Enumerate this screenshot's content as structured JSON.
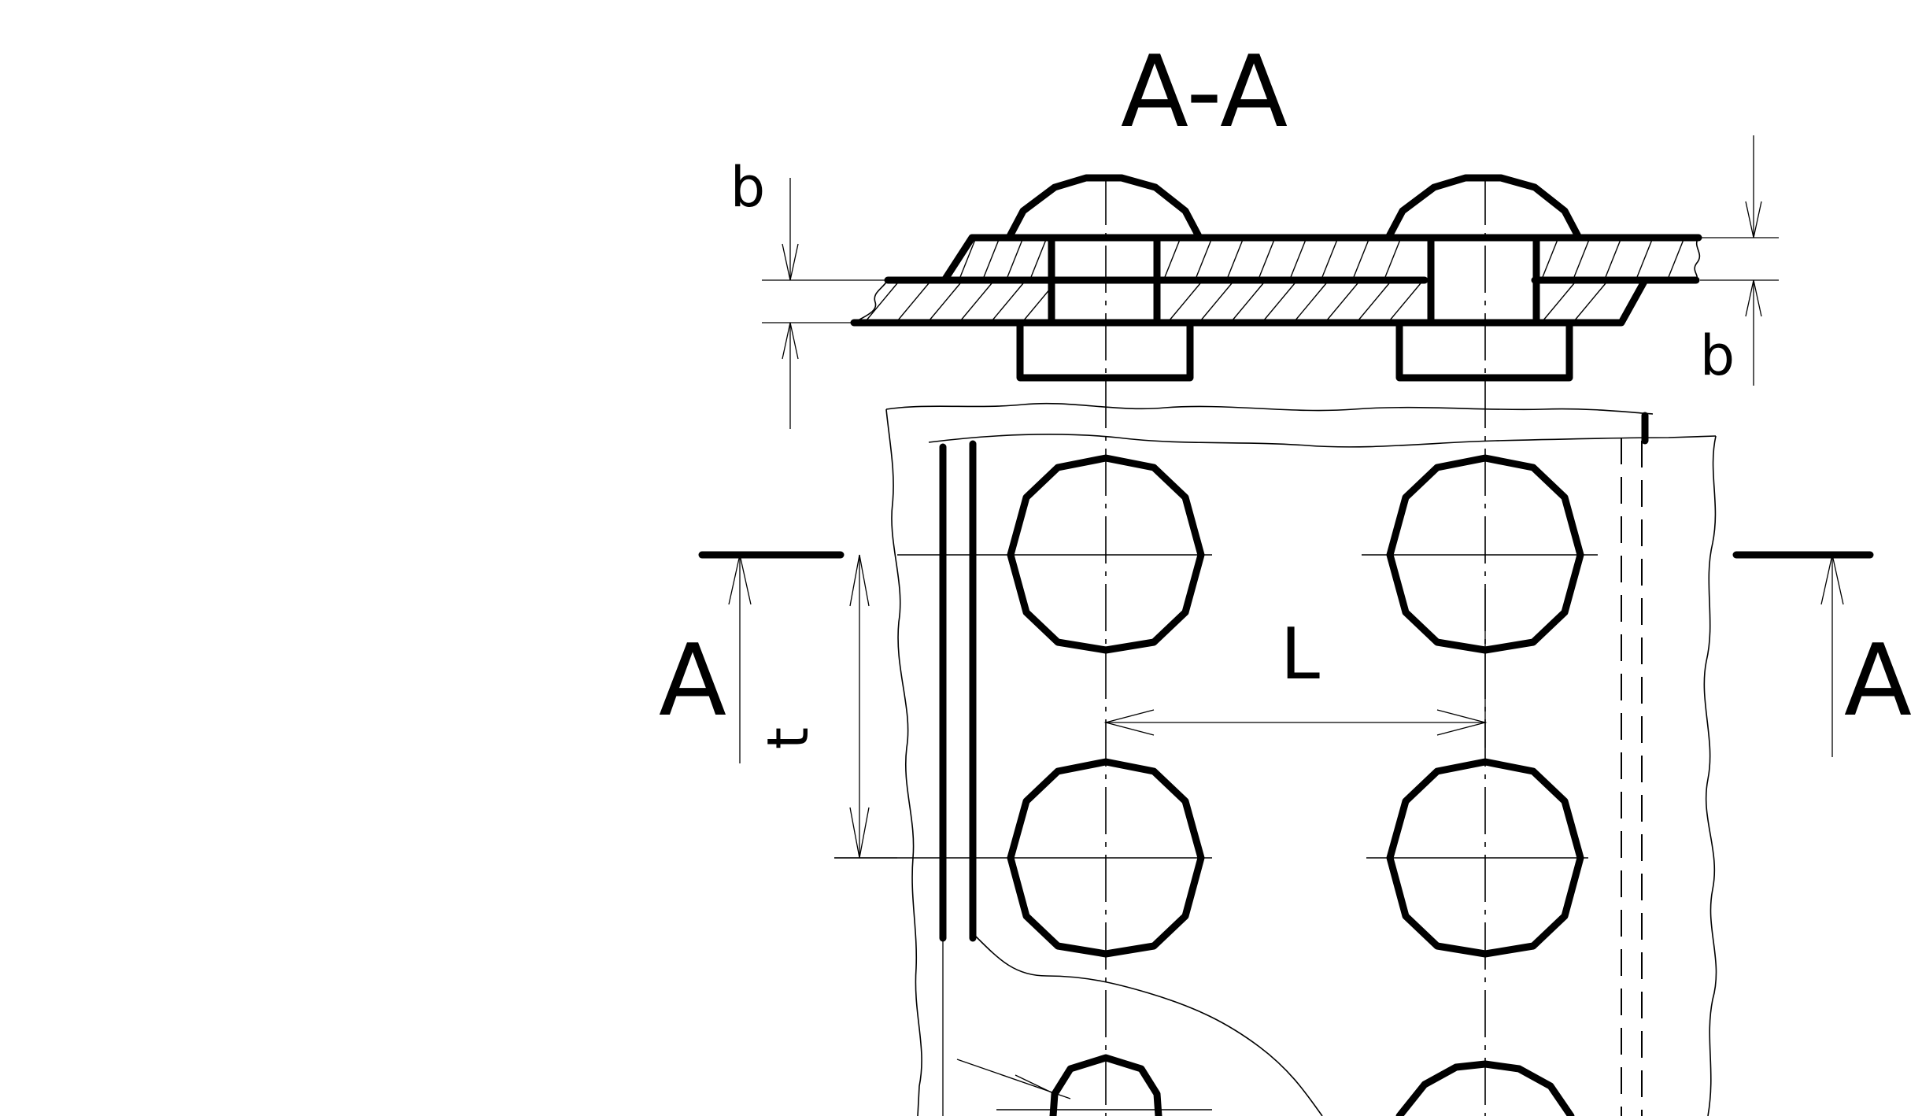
{
  "drawing": {
    "section_title": "A-A",
    "cut_label_left": "A",
    "cut_label_right": "A",
    "thickness_label_top": "b",
    "thickness_label_bottom": "b",
    "pitch_label": "t",
    "spacing_label": "L"
  },
  "colors": {
    "line": "#000000",
    "background": "#ffffff"
  }
}
